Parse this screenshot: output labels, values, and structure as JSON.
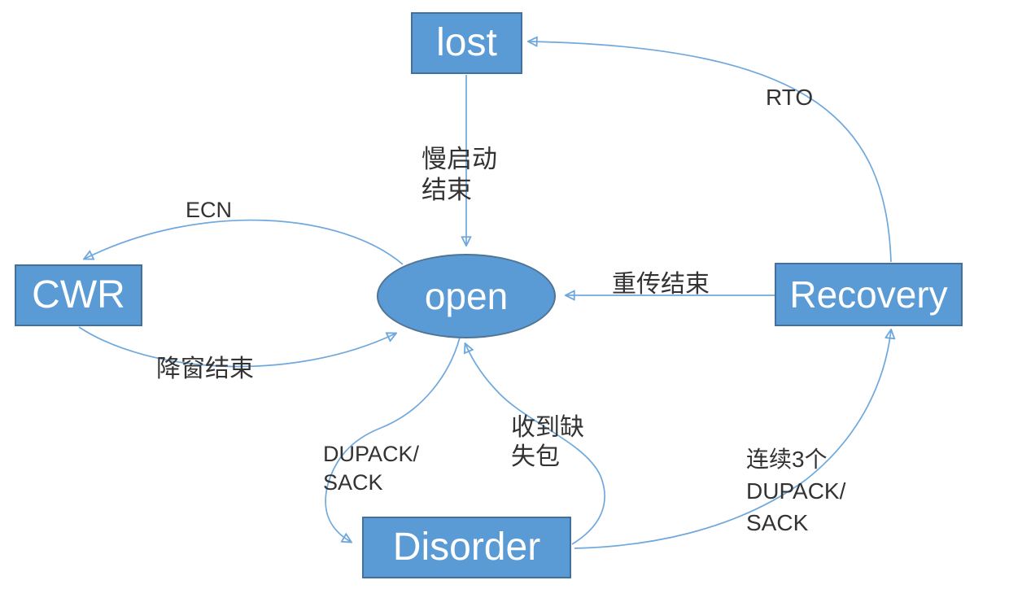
{
  "diagram": {
    "type": "state-machine",
    "nodes": {
      "lost": {
        "label": "lost",
        "shape": "rectangle"
      },
      "cwr": {
        "label": "CWR",
        "shape": "rectangle"
      },
      "open": {
        "label": "open",
        "shape": "ellipse"
      },
      "recovery": {
        "label": "Recovery",
        "shape": "rectangle"
      },
      "disorder": {
        "label": "Disorder",
        "shape": "rectangle"
      }
    },
    "edges": {
      "lost_to_open": {
        "from": "lost",
        "to": "open",
        "label": "慢启动\n结束"
      },
      "open_to_cwr": {
        "from": "open",
        "to": "cwr",
        "label": "ECN"
      },
      "cwr_to_open": {
        "from": "cwr",
        "to": "open",
        "label": "降窗结束"
      },
      "recovery_to_open": {
        "from": "recovery",
        "to": "open",
        "label": "重传结束"
      },
      "recovery_to_lost": {
        "from": "recovery",
        "to": "lost",
        "label": "RTO"
      },
      "open_to_disorder": {
        "from": "open",
        "to": "disorder",
        "label": "DUPACK/\nSACK"
      },
      "disorder_to_open": {
        "from": "disorder",
        "to": "open",
        "label": "收到缺\n失包"
      },
      "disorder_to_recovery": {
        "from": "disorder",
        "to": "recovery",
        "label": "连续3个\nDUPACK/\nSACK"
      }
    },
    "colors": {
      "node_fill": "#5b9bd5",
      "node_border": "#41719c",
      "ellipse_border": "#4f7496",
      "connector": "#6fa8dc",
      "arrowhead": "#5b9bd5",
      "node_text": "#ffffff",
      "label_text": "#333333",
      "background": "#ffffff"
    }
  }
}
